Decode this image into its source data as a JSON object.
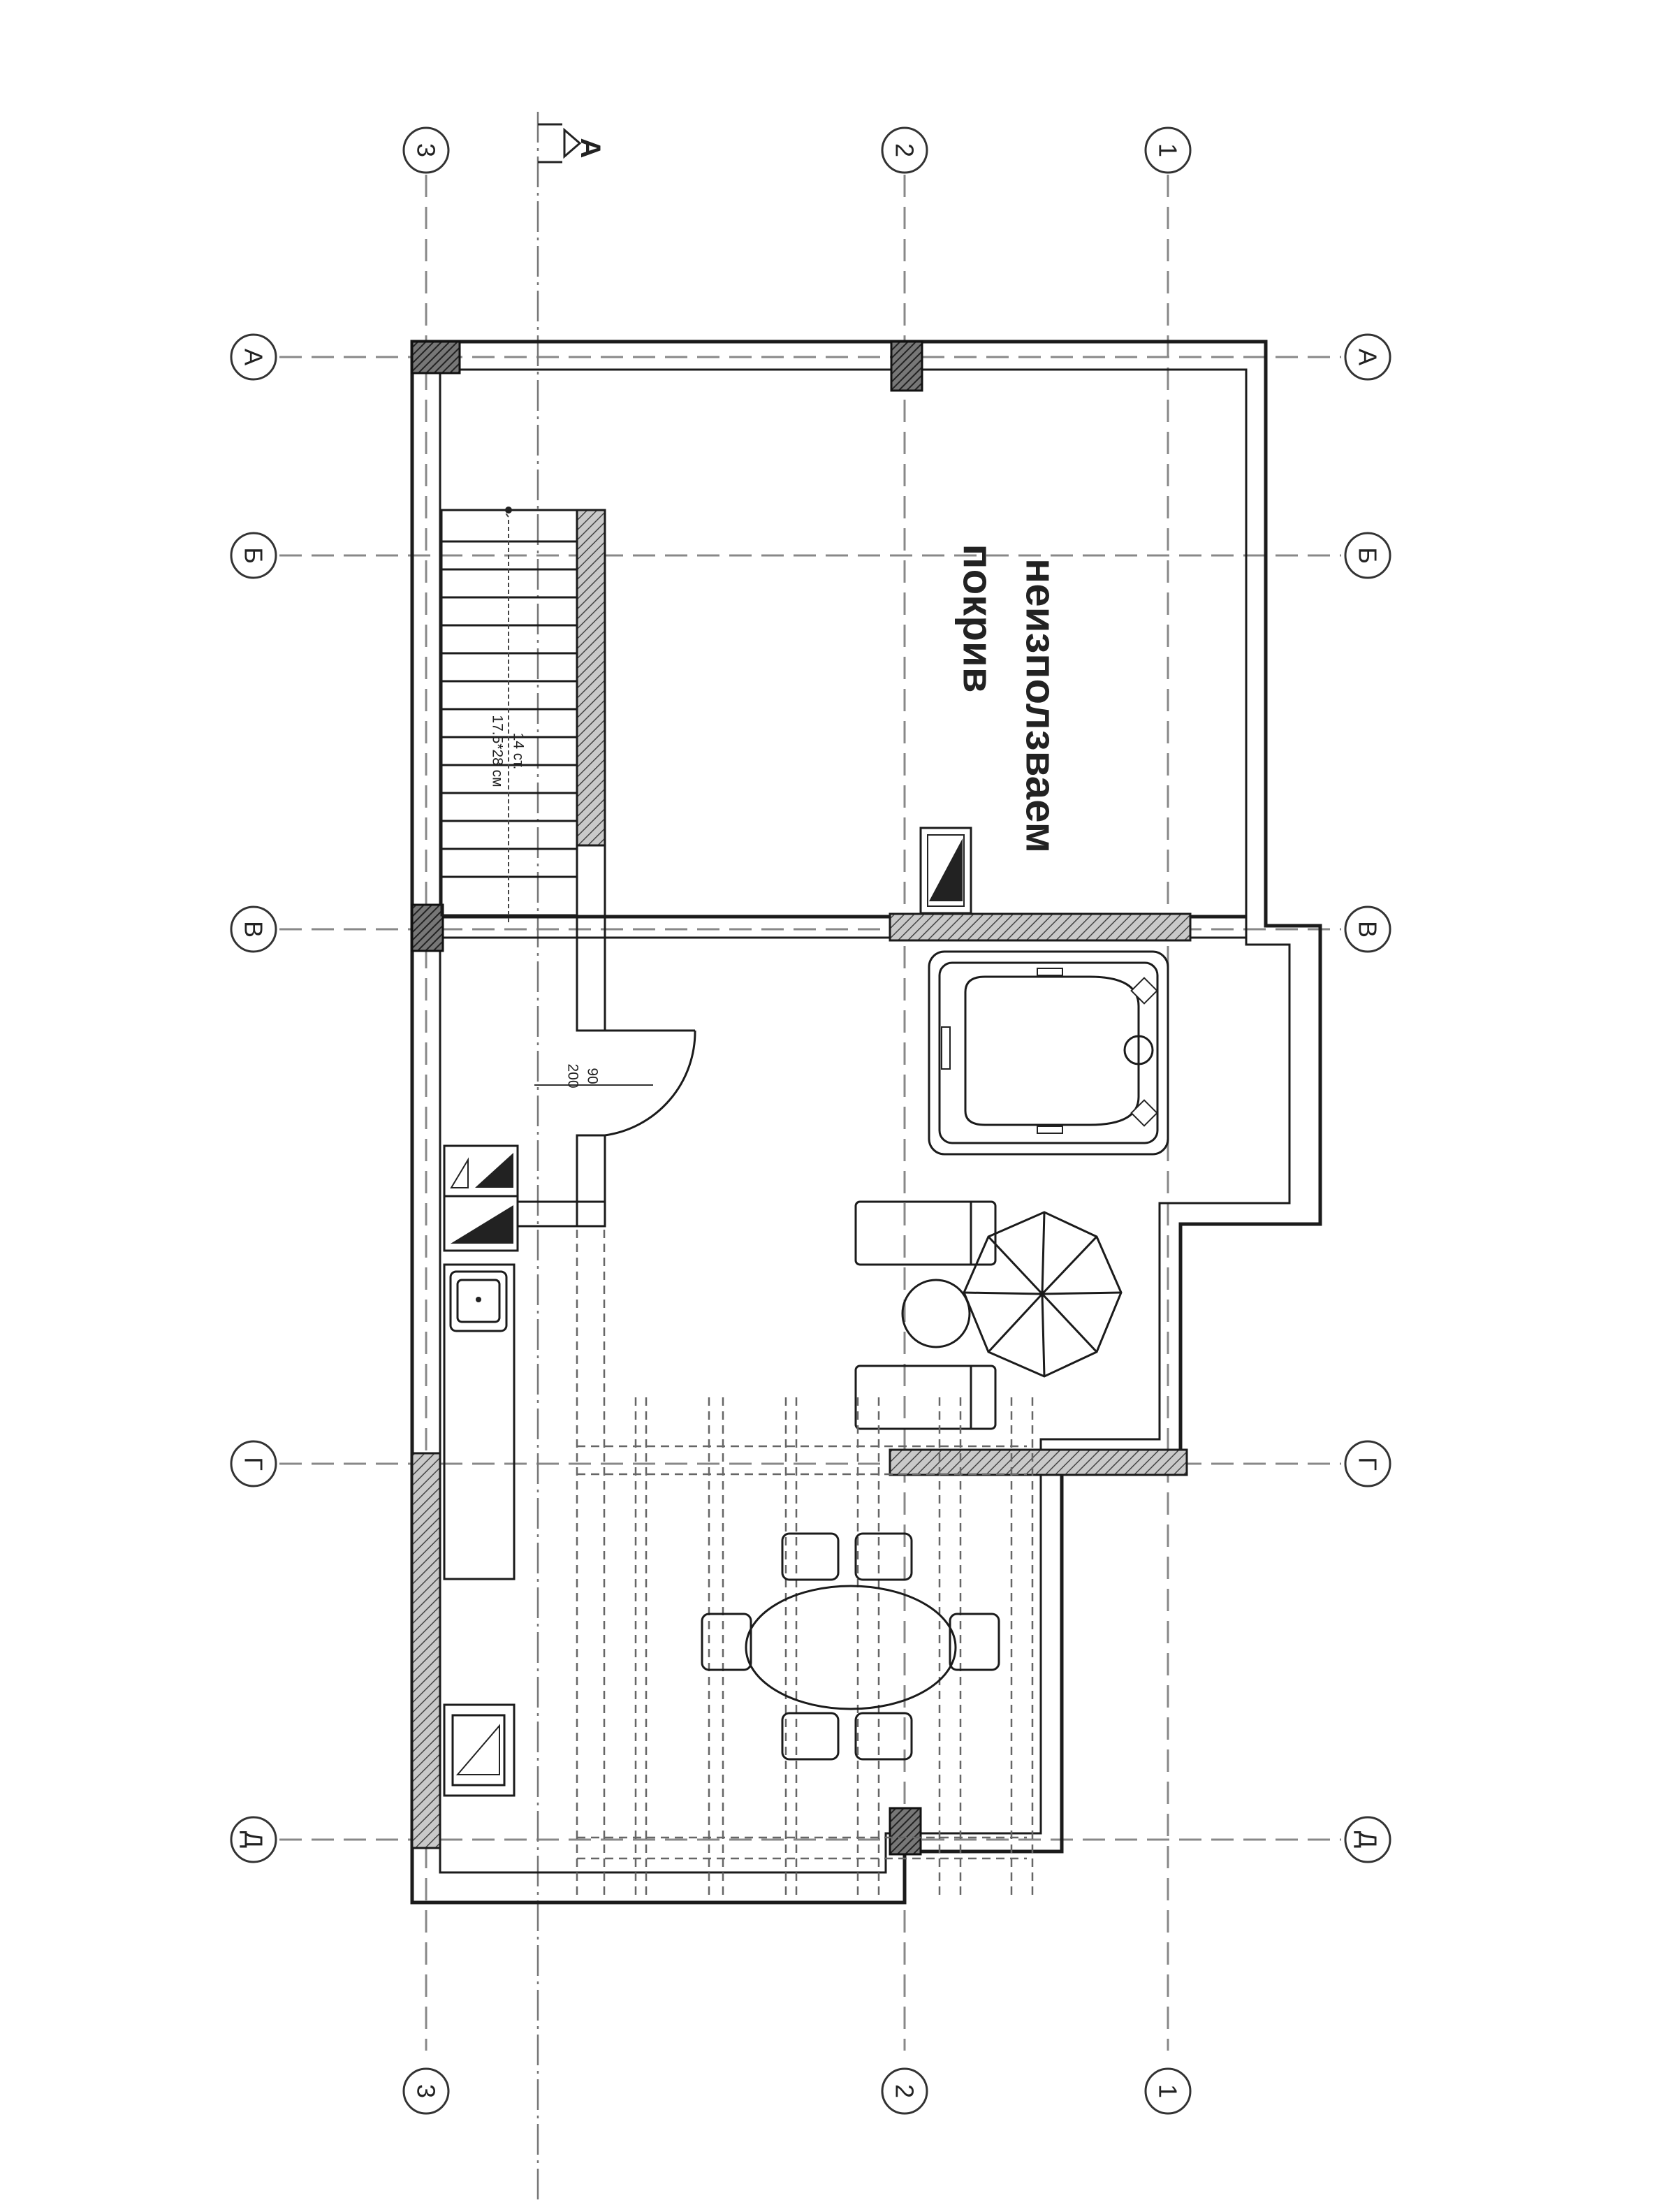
{
  "grid_columns": [
    {
      "label": "1",
      "position": "right"
    },
    {
      "label": "2",
      "position": "middle"
    },
    {
      "label": "3",
      "position": "left"
    }
  ],
  "grid_rows": [
    {
      "label": "А"
    },
    {
      "label": "Б"
    },
    {
      "label": "В"
    },
    {
      "label": "Г"
    },
    {
      "label": "Д"
    }
  ],
  "section_mark": "А",
  "roof_label": [
    "неизползваем",
    "покрив"
  ],
  "stair_label": [
    "14 ст.",
    "17.5*28 см"
  ],
  "door_label": {
    "width": "90",
    "height": "200"
  },
  "colors": {
    "line": "#1b1b1b",
    "grid": "#888888",
    "hatch": "#555555"
  }
}
